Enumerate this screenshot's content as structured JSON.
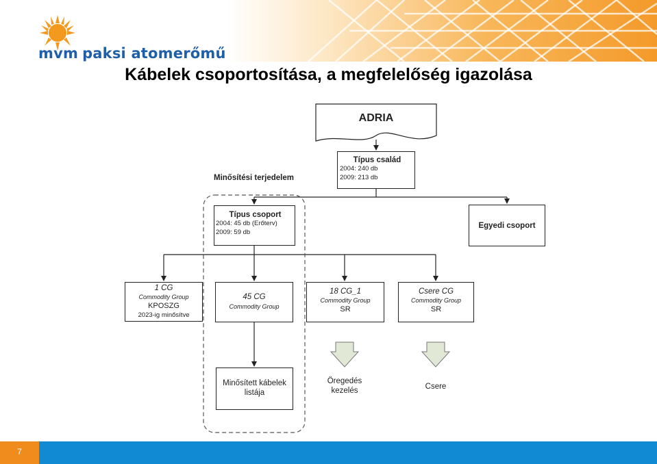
{
  "header": {
    "logo_text_mvm": "mvm",
    "logo_text_rest": "paksi atomerőmű",
    "title": "Kábelek csoportosítása, a megfelelőség igazolása"
  },
  "diagram": {
    "adria": "ADRIA",
    "tipus_csalad": {
      "title": "Típus család",
      "line1": "2004: 240 db",
      "line2": "2009: 213 db"
    },
    "scope_label": "Minősítési terjedelem",
    "tipus_csoport": {
      "title": "Típus csoport",
      "line1": "2004: 45 db (Erőterv)",
      "line2": "2009: 59 db"
    },
    "egyedi": "Egyedi csoport",
    "cg1": {
      "title": "1 CG",
      "sub": "Commodity Group",
      "line3": "KPOSZG",
      "line4": "2023-ig minősítve"
    },
    "cg45": {
      "title": "45 CG",
      "sub": "Commodity Group"
    },
    "cg18": {
      "title": "18 CG_1",
      "sub": "Commodity Group",
      "line3": "SR"
    },
    "csere_cg": {
      "title": "Csere CG",
      "sub": "Commodity Group",
      "line3": "SR"
    },
    "list_box": {
      "line1": "Minősített kábelek",
      "line2": "listája"
    },
    "aging": {
      "line1": "Öregedés",
      "line2": "kezelés"
    },
    "replace": "Csere"
  },
  "footer": {
    "page": "7"
  },
  "colors": {
    "brand_blue": "#1f5ea8",
    "sun_orange": "#f39a1e",
    "footer_blue": "#1289d3",
    "page_orange": "#f08c1e",
    "arrow_fill": "#e2e8d6"
  }
}
